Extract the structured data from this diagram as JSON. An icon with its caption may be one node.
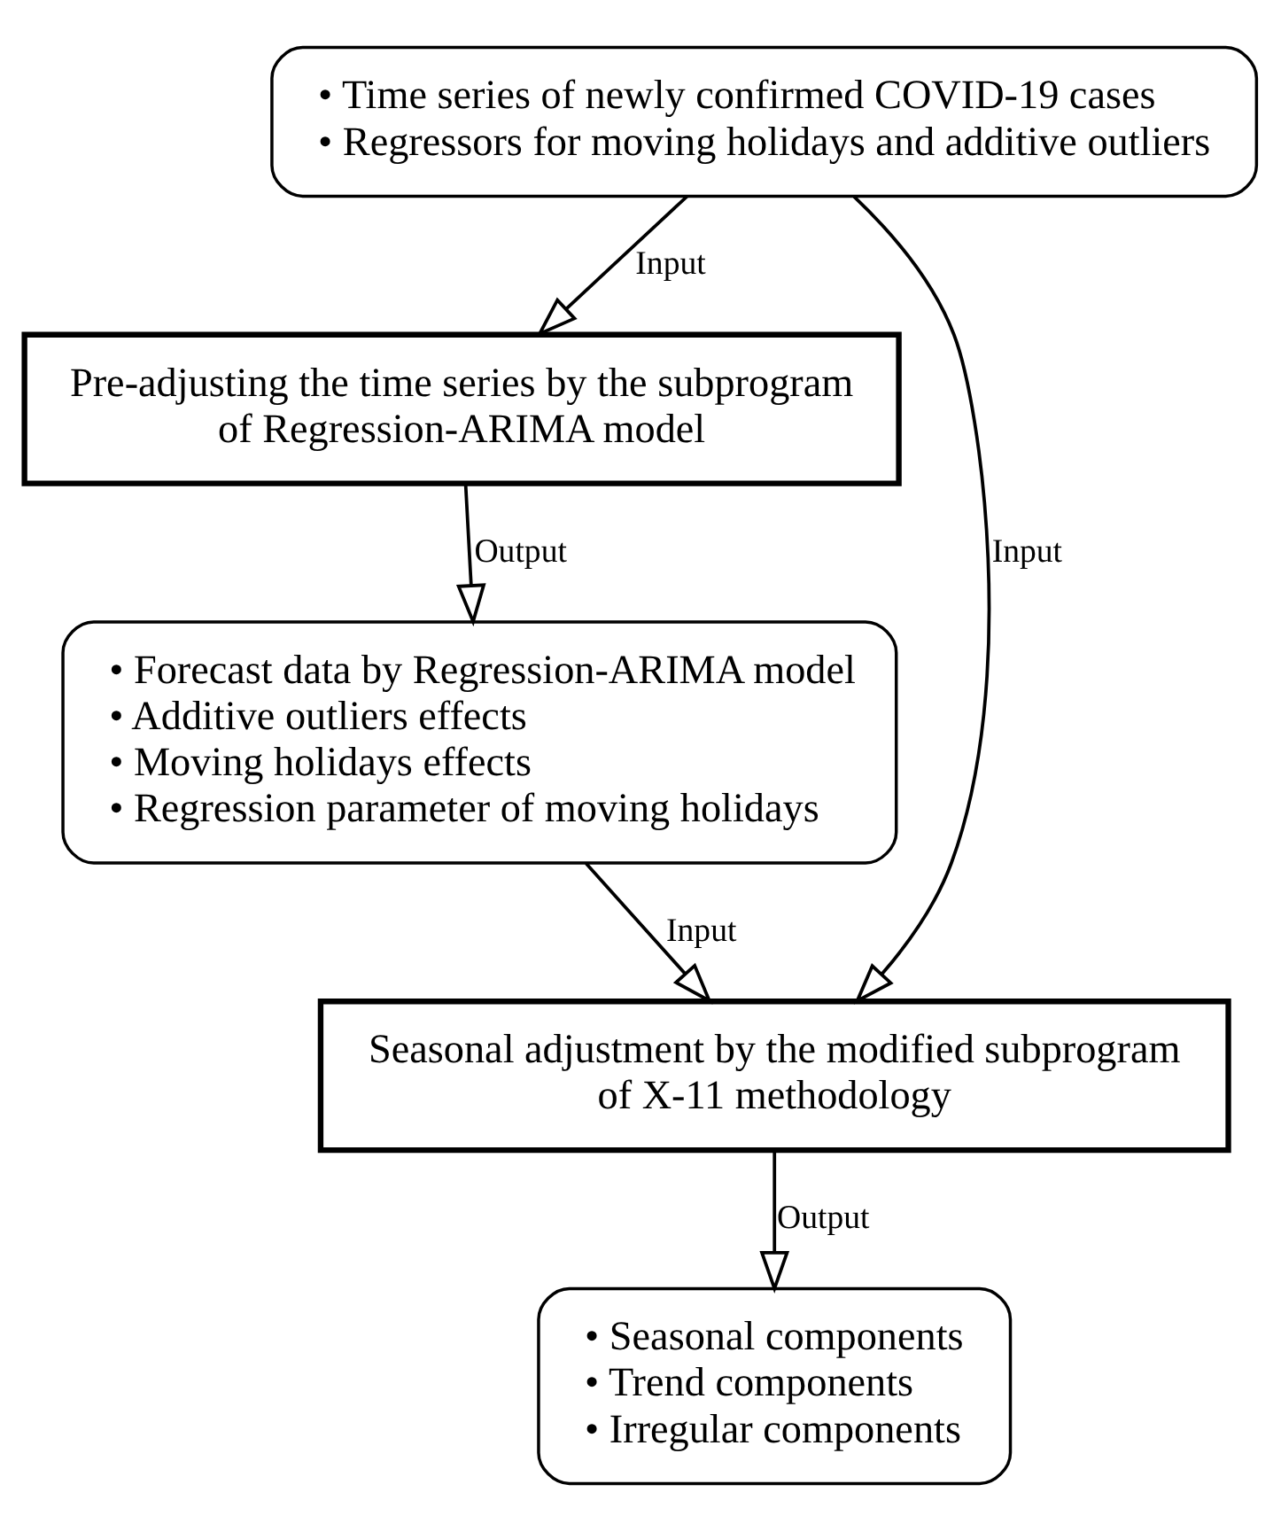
{
  "diagram": {
    "nodes": [
      {
        "text": [
          "• Time series of newly confirmed COVID-19 cases",
          "• Regressors for moving holidays and additive outliers"
        ]
      },
      {
        "text": [
          "Pre-adjusting the time series by the subprogram of Regression-ARIMA model"
        ]
      },
      {
        "text": [
          "• Forecast data by Regression-ARIMA model",
          "• Additive outliers effects",
          "• Moving holidays effects",
          "• Regression parameter of moving holidays"
        ]
      },
      {
        "text": [
          "Seasonal adjustment by the modified subprogram of X-11 methodology"
        ]
      },
      {
        "text": [
          "• Seasonal components",
          "• Trend components",
          "• Irregular components"
        ]
      }
    ],
    "edges": [
      {
        "from": 0,
        "to": 1,
        "arrow": "to",
        "label": "Input"
      },
      {
        "from": 1,
        "to": 2,
        "arrow": "to",
        "label": "Output"
      },
      {
        "from": 2,
        "to": 3,
        "arrow": "to",
        "label": "Input"
      },
      {
        "from": 3,
        "to": 4,
        "arrow": "to",
        "label": "Output"
      },
      {
        "from": 0,
        "to": 3,
        "arrow": "to",
        "label": "Input"
      }
    ]
  }
}
